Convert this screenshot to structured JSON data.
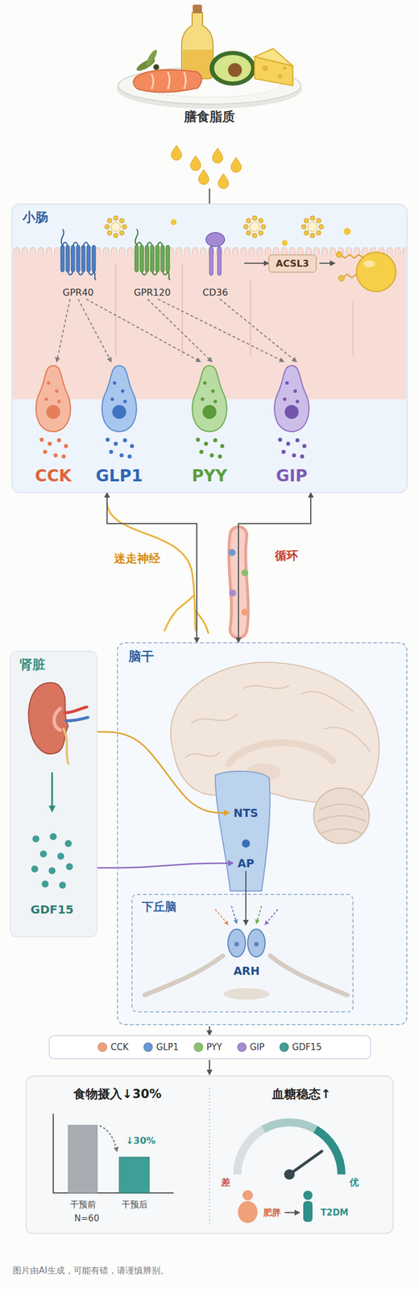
{
  "diagram": {
    "nodes": [
      {
        "text": [
          "小肠"
        ]
      },
      {
        "text": [
          "GPR40"
        ],
        "in": 0
      },
      {
        "text": [
          "GPR120"
        ],
        "in": 0
      },
      {
        "text": [
          "CD36"
        ],
        "in": 0
      },
      {
        "text": [
          "ACSL3"
        ],
        "in": 0
      },
      {
        "text": [
          "CCK"
        ],
        "in": 0
      },
      {
        "text": [
          "GLP1"
        ],
        "in": 0
      },
      {
        "text": [
          "PYY"
        ],
        "in": 0
      },
      {
        "text": [
          "GIP"
        ],
        "in": 0
      },
      {
        "text": [
          "肾脏"
        ]
      },
      {
        "text": [
          "脑干"
        ]
      },
      {
        "text": [
          "NTS"
        ],
        "in": 10
      },
      {
        "text": [
          "AP"
        ],
        "in": 10
      },
      {
        "text": [
          "下丘脑"
        ],
        "in": 10
      },
      {
        "text": [
          "ARH"
        ],
        "in": 13
      },
      {
        "text": [
          "食物摄入↓30%"
        ]
      },
      {
        "text": [
          "血糖稳态↑"
        ]
      }
    ],
    "edges": [
      {
        "from": 1,
        "to": 5,
        "arrow": "to"
      },
      {
        "from": 1,
        "to": 6,
        "arrow": "to"
      },
      {
        "from": 1,
        "to": 7,
        "arrow": "to"
      },
      {
        "from": 2,
        "to": 7,
        "arrow": "to"
      },
      {
        "from": 2,
        "to": 8,
        "arrow": "to"
      },
      {
        "from": 3,
        "to": 8,
        "arrow": "to"
      },
      {
        "from": 3,
        "to": 4,
        "arrow": "to"
      },
      {
        "from": 0,
        "to": 10,
        "label": "迷走神经",
        "arrow": "both"
      },
      {
        "from": 0,
        "to": 10,
        "label": "循环",
        "arrow": "both"
      },
      {
        "from": 9,
        "to": 11,
        "arrow": "to"
      },
      {
        "from": 9,
        "to": 12,
        "arrow": "to"
      },
      {
        "from": 12,
        "to": 14,
        "arrow": "to"
      }
    ],
    "labels": [
      "膳食脂质",
      "GDF15",
      "↓30%",
      "干预前",
      "干预后",
      "N=60",
      "差",
      "优",
      "肥胖",
      "T2DM",
      "图片由AI生成，可能有错，请谨慎辨别。"
    ],
    "legend": [
      {
        "text": "CCK",
        "color": "#f0a078"
      },
      {
        "text": "GLP1",
        "color": "#6a98d4"
      },
      {
        "text": "PYY",
        "color": "#8cc06e"
      },
      {
        "text": "GIP",
        "color": "#a68bd0"
      },
      {
        "text": "GDF15",
        "color": "#3f9e96"
      }
    ]
  }
}
